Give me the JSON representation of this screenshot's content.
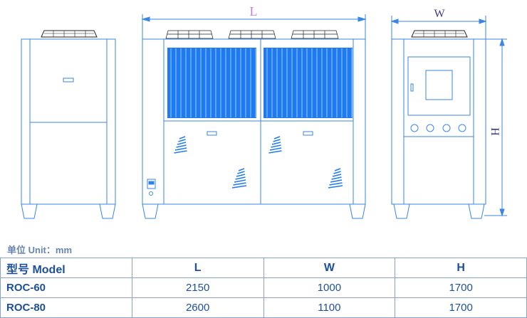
{
  "drawing": {
    "label_L": "L",
    "label_W": "W",
    "label_H": "H",
    "line_color": "#3a86e6",
    "coil_color": "#1e7af0"
  },
  "unit_label": "单位 Unit：mm",
  "table": {
    "headers": [
      "型号 Model",
      "L",
      "W",
      "H"
    ],
    "rows": [
      [
        "ROC-60",
        "2150",
        "1000",
        "1700"
      ],
      [
        "ROC-80",
        "2600",
        "1100",
        "1700"
      ]
    ]
  }
}
